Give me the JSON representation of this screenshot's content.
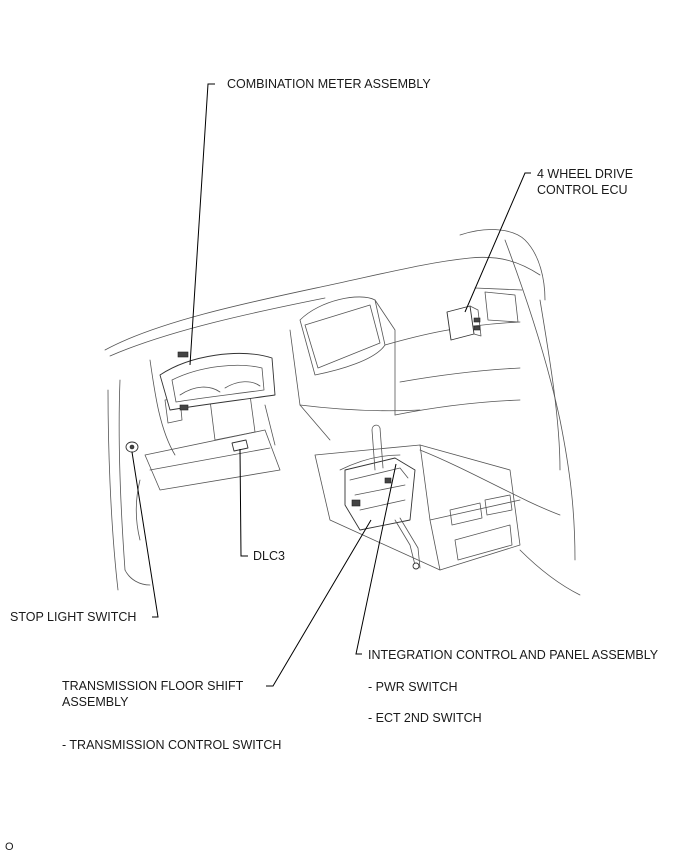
{
  "labels": {
    "combination_meter": "COMBINATION METER ASSEMBLY",
    "four_wd_ecu_line1": "4 WHEEL DRIVE",
    "four_wd_ecu_line2": "CONTROL ECU",
    "dlc3": "DLC3",
    "stop_light_switch": "STOP LIGHT SWITCH",
    "integration_control": "INTEGRATION CONTROL AND PANEL ASSEMBLY",
    "pwr_switch": "- PWR SWITCH",
    "ect_2nd_switch": "- ECT 2ND SWITCH",
    "transmission_shift_line1": "TRANSMISSION FLOOR SHIFT",
    "transmission_shift_line2": "ASSEMBLY",
    "transmission_control_switch": "- TRANSMISSION CONTROL SWITCH",
    "corner_mark": "O"
  }
}
